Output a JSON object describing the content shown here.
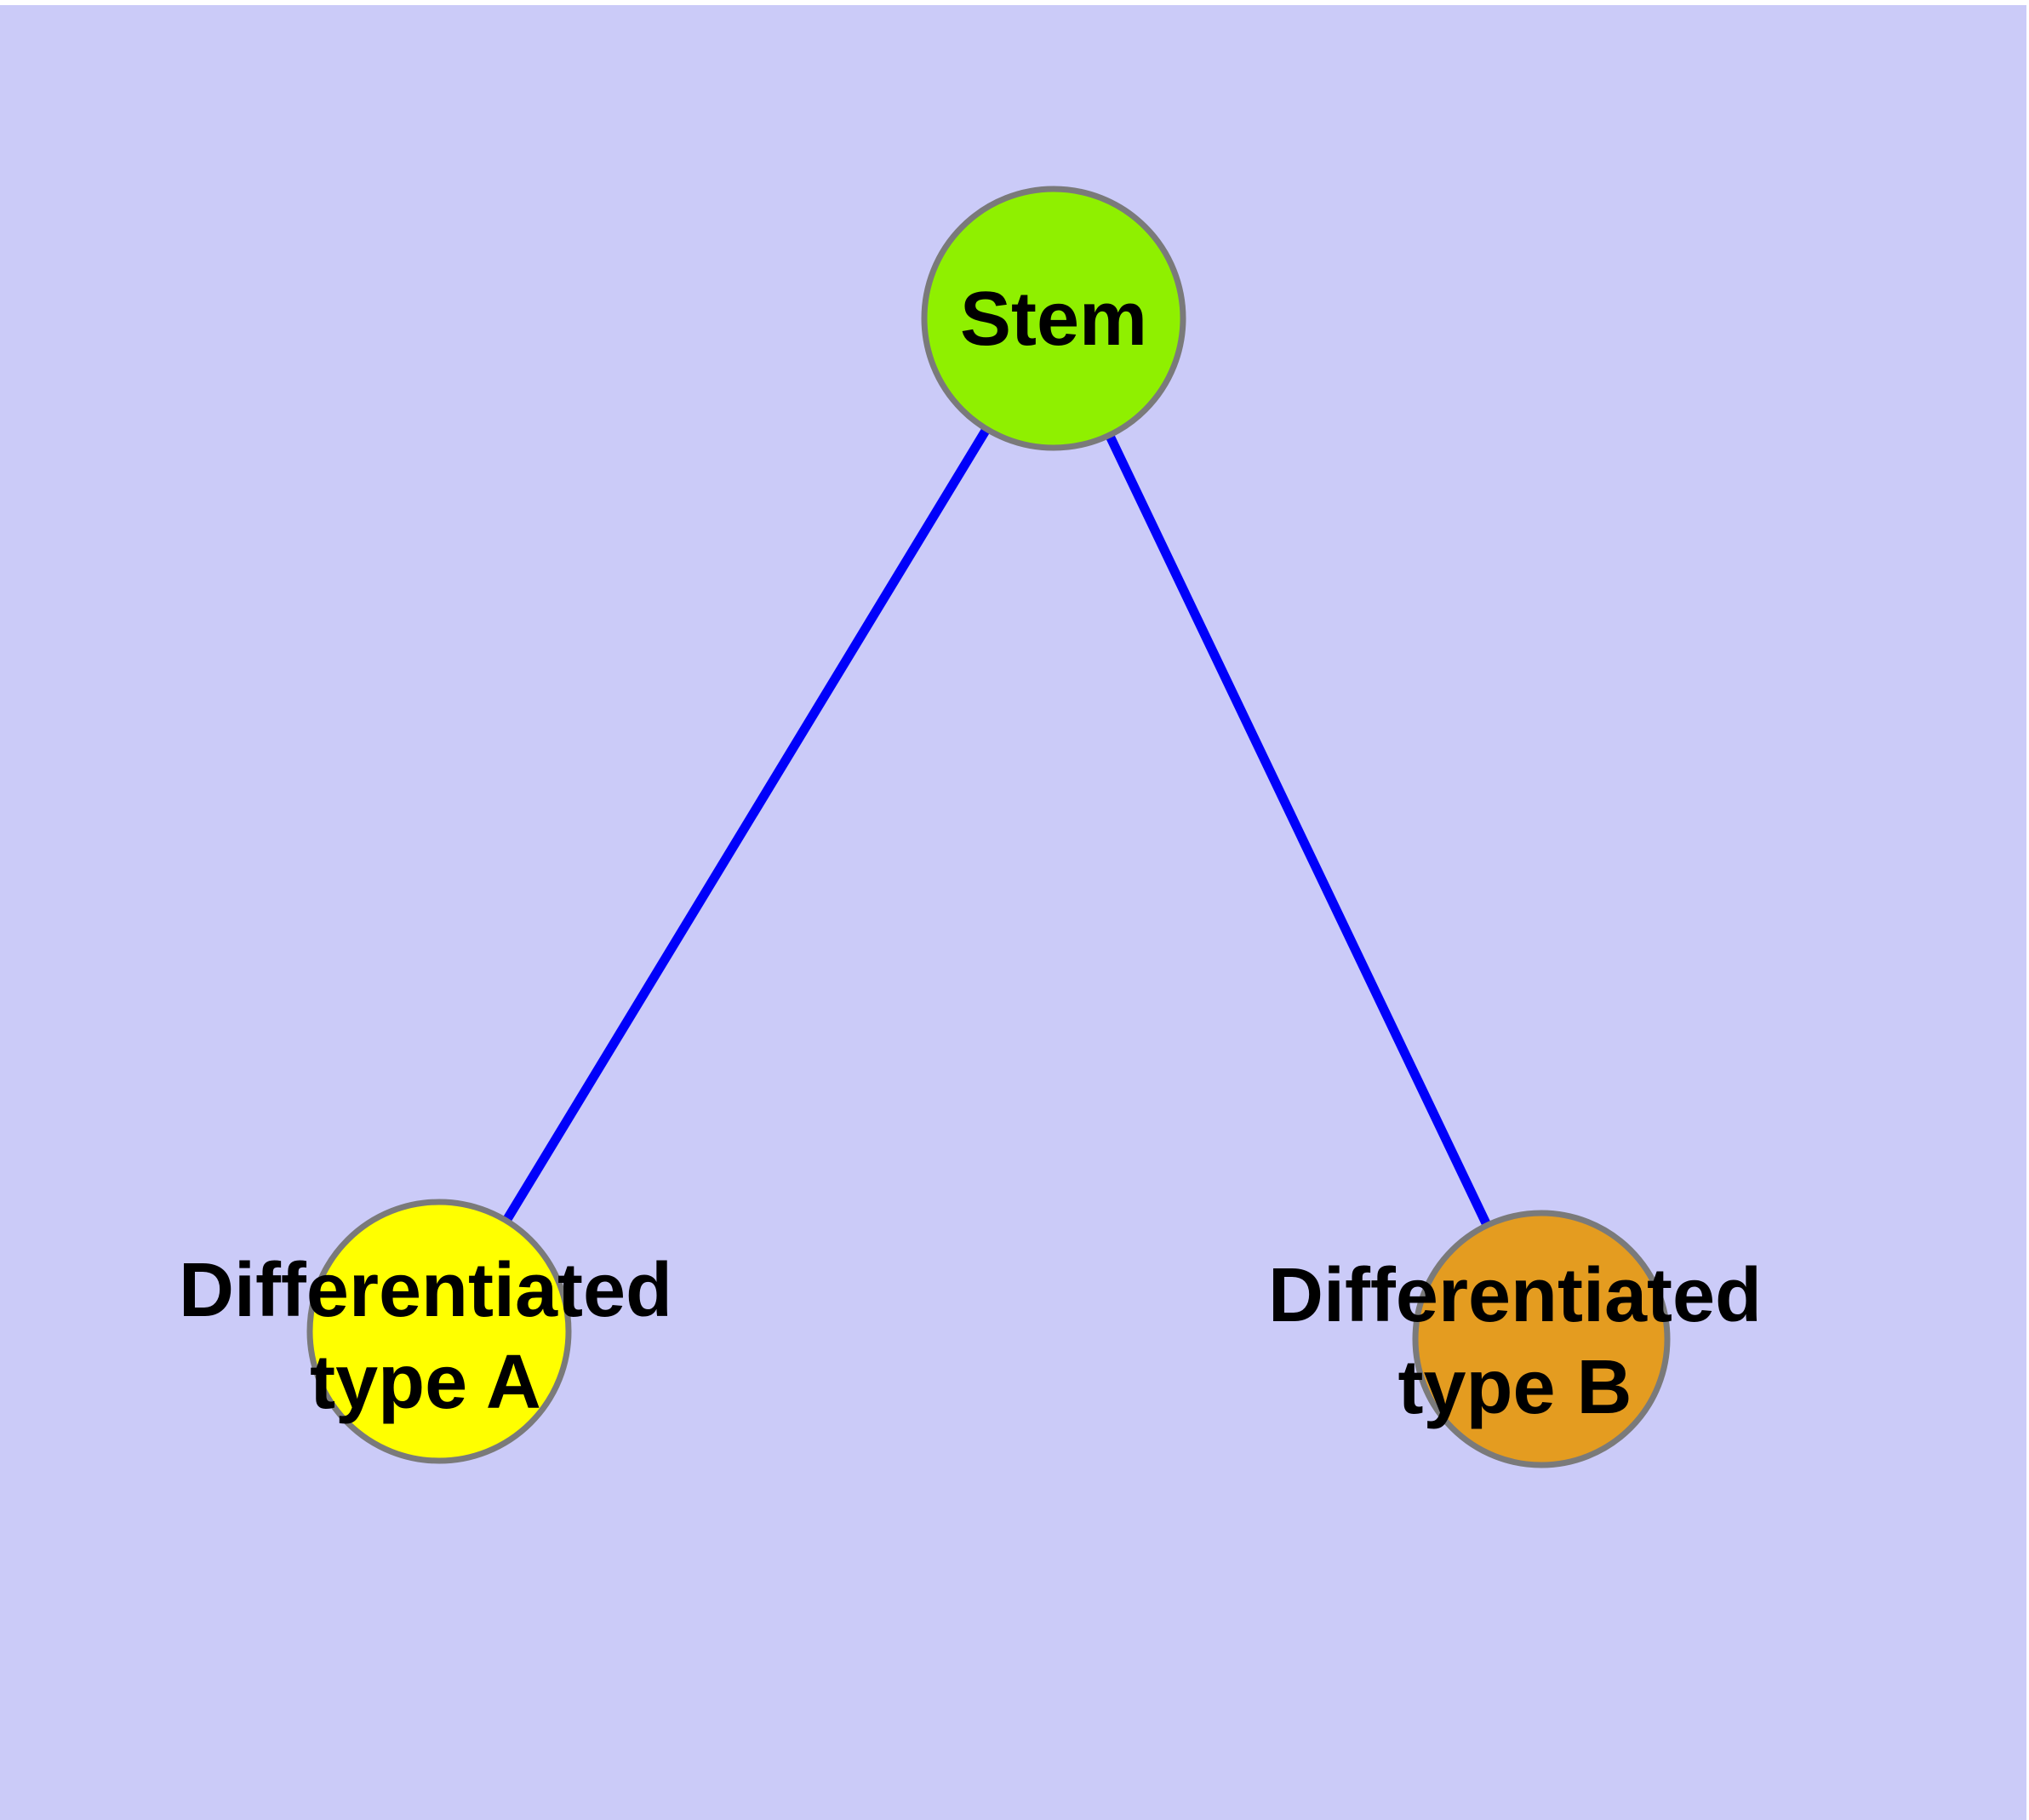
{
  "canvas": {
    "background": "#CBCBF8",
    "border_color": "#FFFFFF"
  },
  "graph": {
    "type": "node-link-diagram",
    "edge_color": "#0000FA",
    "node_border_color": "#7A7A7A",
    "text_color": "#000000",
    "nodes": [
      {
        "id": "stem",
        "label": "Stem",
        "label_lines": [
          "Stem"
        ],
        "fill": "#8FF000"
      },
      {
        "id": "differentiated-type-a",
        "label": "Differentiated type A",
        "label_lines": [
          "Differentiated",
          "type A"
        ],
        "fill": "#FFFF00"
      },
      {
        "id": "differentiated-type-b",
        "label": "Differentiated type B",
        "label_lines": [
          "Differentiated",
          "type B"
        ],
        "fill": "#E49C20"
      }
    ],
    "edges": [
      {
        "from": "stem",
        "to": "differentiated-type-a"
      },
      {
        "from": "stem",
        "to": "differentiated-type-b"
      }
    ]
  }
}
